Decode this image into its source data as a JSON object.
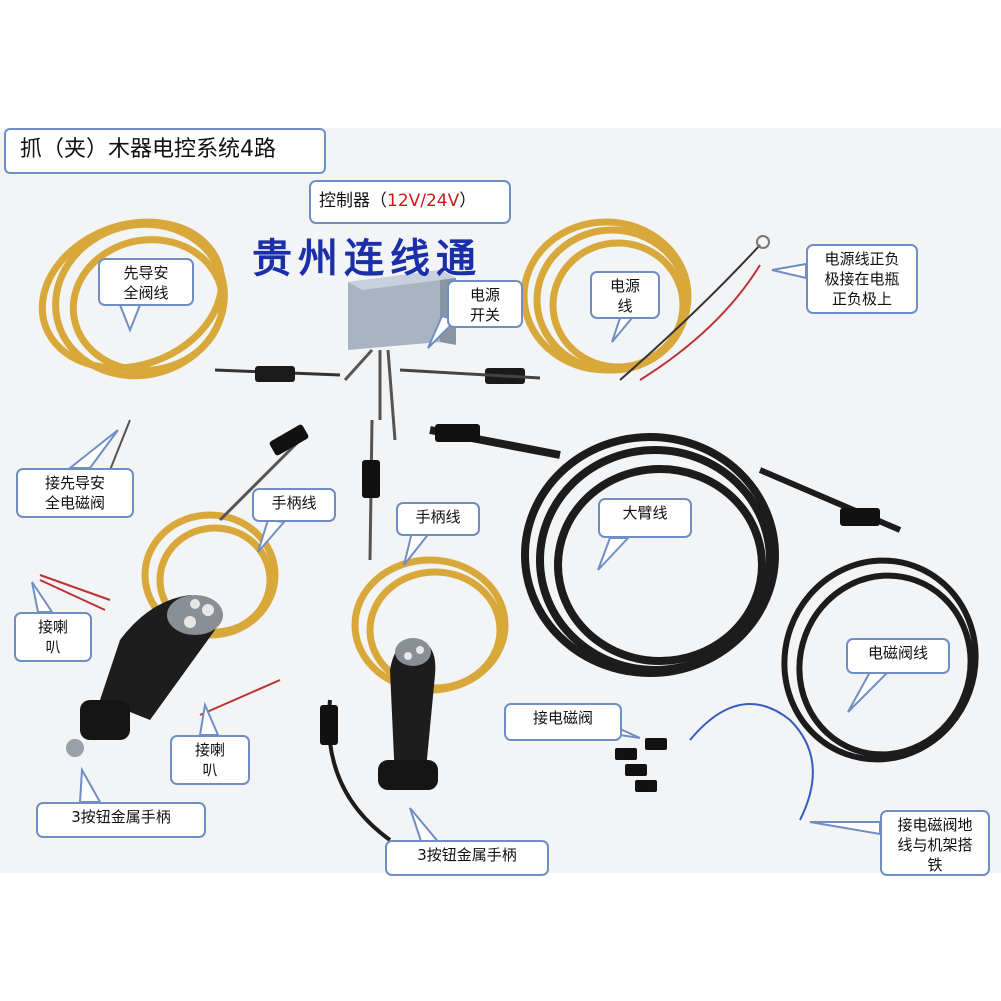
{
  "title": "抓（夹）木器电控系统4路",
  "controller": {
    "label": "控制器（",
    "voltage": "12V/24V",
    "close": "）"
  },
  "watermark": "贵州连线通",
  "labels": {
    "pilot_valve_line": "先导安\n全阀线",
    "power_switch": "电源\n开关",
    "power_line": "电源\n线",
    "battery_note": "电源线正负\n极接在电瓶\n正负极上",
    "pilot_solenoid": "接先导安\n全电磁阀",
    "handle_line_left": "手柄线",
    "handle_line_right": "手柄线",
    "boom_line": "大臂线",
    "horn_left": "接喇\n叭",
    "horn_right": "接喇\n叭",
    "solenoid_valve_line": "电磁阀线",
    "connect_solenoid": "接电磁阀",
    "ground_note": "接电磁阀地\n线与机架搭\n铁",
    "handle_left": "3按钮金属手柄",
    "handle_right": "3按钮金属手柄"
  },
  "colors": {
    "callout_border": "#6f8fc2",
    "yellow_cable": "#d8a83a",
    "black_cable": "#1c1c1c",
    "watermark": "#1a2fa8",
    "voltage_text": "#d01818"
  }
}
